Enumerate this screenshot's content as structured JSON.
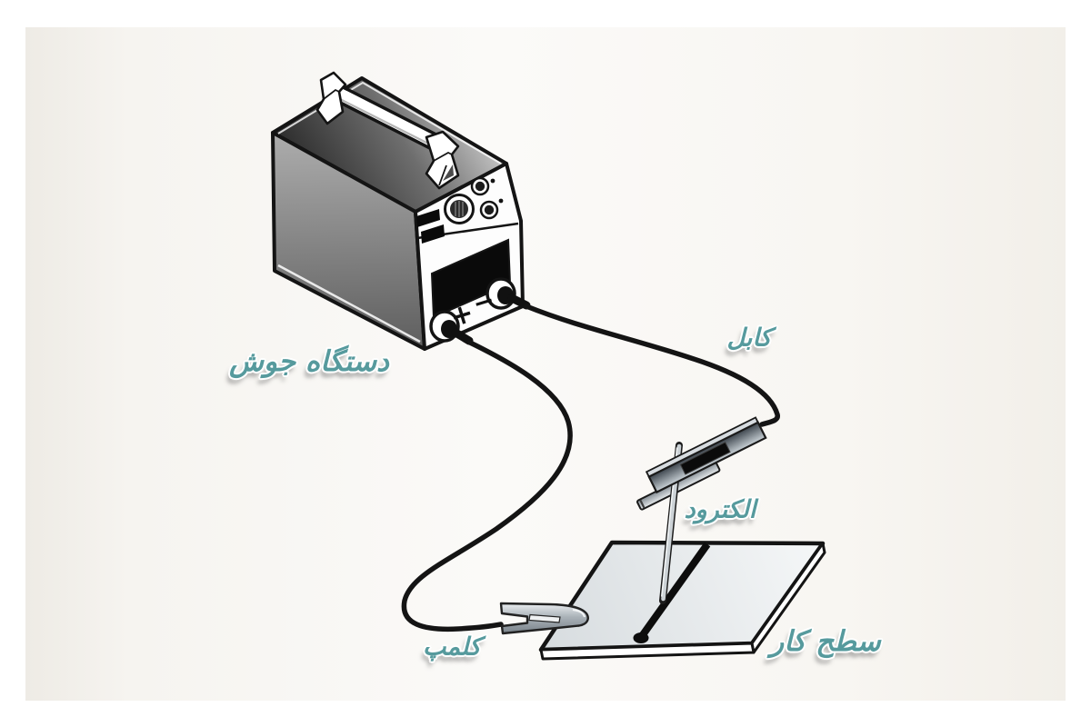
{
  "diagram": {
    "type": "welding-equipment-diagram",
    "labels": {
      "welding_machine": "دستگاه جوش",
      "cable": "کابل",
      "electrode": "الکترود",
      "clamp": "کلمپ",
      "work_surface": "سطح کار"
    },
    "terminals": {
      "positive": "+",
      "negative": "−"
    },
    "colors": {
      "label_teal": "#569a9d",
      "line_black": "#141414",
      "page_tint": "#f3f0ea",
      "metal_gray": "#8f979e"
    }
  }
}
